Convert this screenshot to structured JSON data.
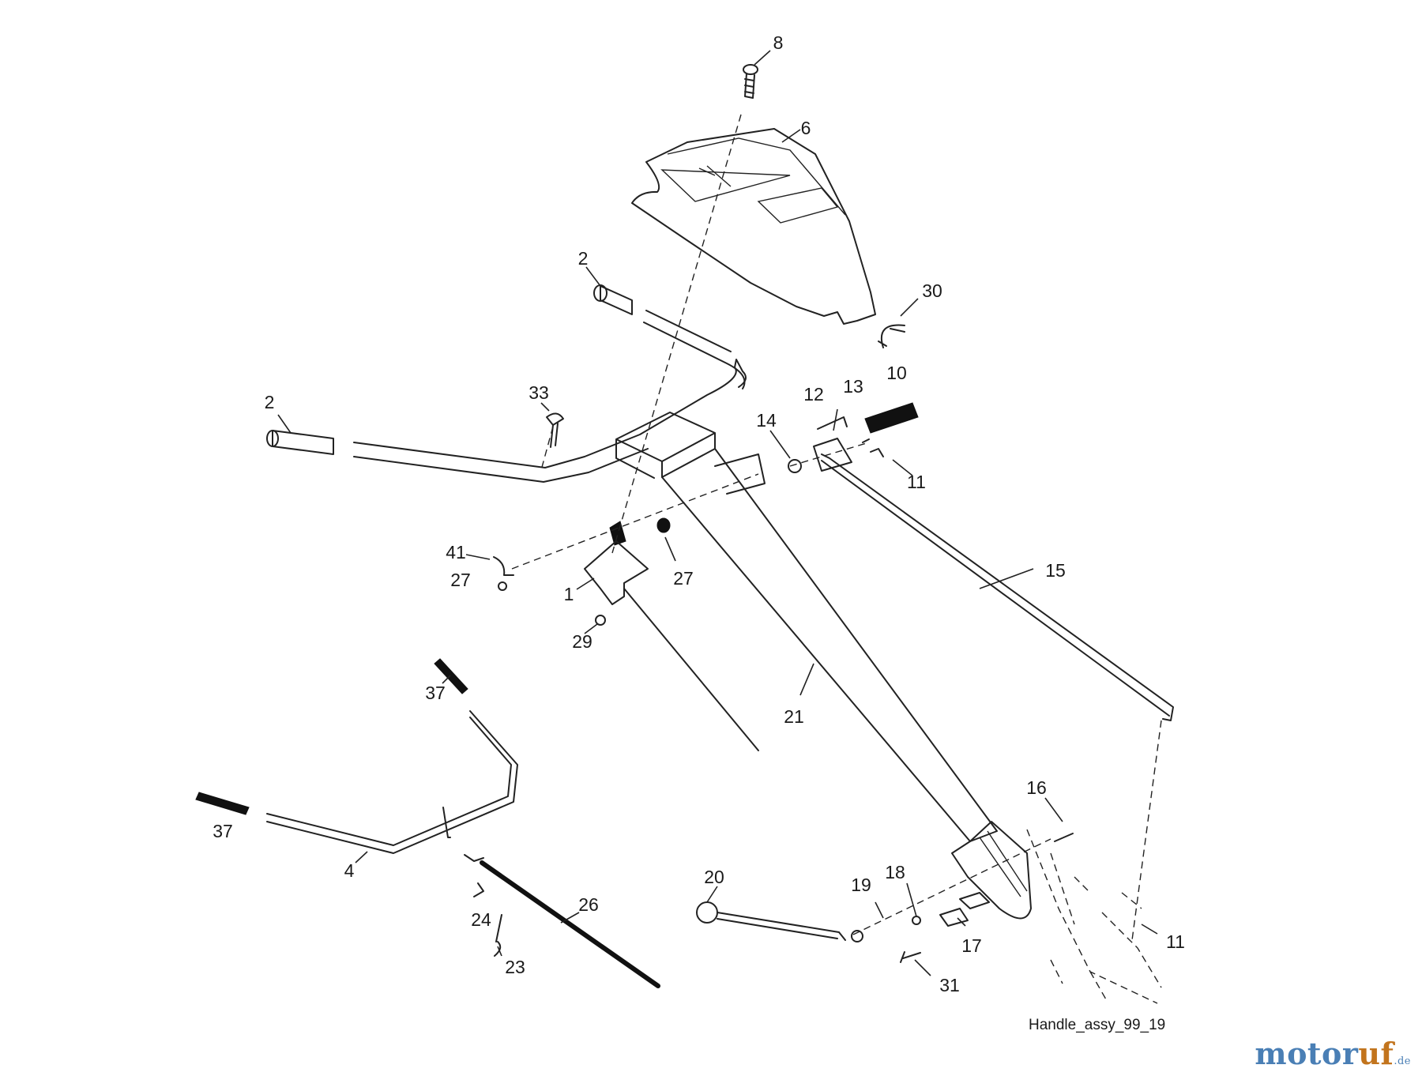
{
  "caption": "Handle_assy_99_19",
  "logo": {
    "part1": "motor",
    "part2": "uf",
    "suffix": ".de",
    "colors": [
      "#4a7fb5",
      "#c2741d"
    ]
  },
  "callouts": [
    "8",
    "6",
    "2",
    "30",
    "2",
    "33",
    "10",
    "12",
    "13",
    "14",
    "11",
    "41",
    "27",
    "1",
    "27",
    "15",
    "29",
    "37",
    "21",
    "16",
    "37",
    "4",
    "20",
    "19",
    "18",
    "26",
    "24",
    "17",
    "11",
    "23",
    "31"
  ]
}
